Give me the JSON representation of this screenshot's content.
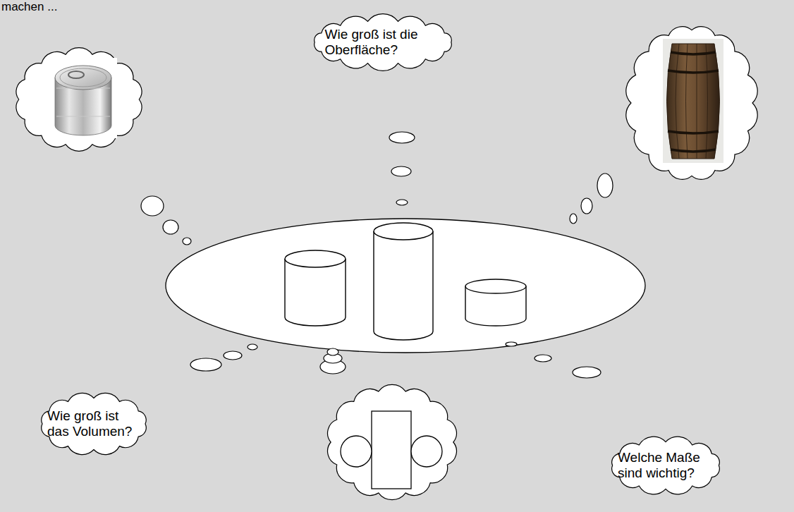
{
  "diagram": {
    "nodes": [
      {
        "text": [
          "Wie groß ist die Oberfläche?"
        ]
      },
      {
        "text": [
          "Wie groß ist das Volumen?"
        ]
      },
      {
        "text": [
          "Welche Maße sind wichtig?"
        ]
      }
    ],
    "edges": [],
    "labels": [
      "machen ..."
    ]
  }
}
